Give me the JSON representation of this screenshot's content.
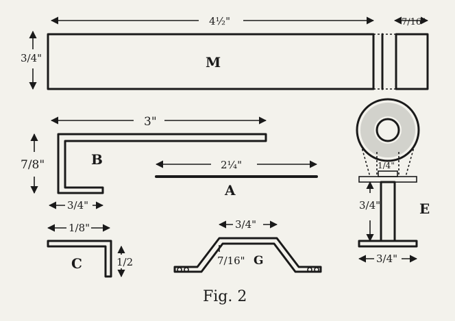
{
  "labels": {
    "M": "M",
    "A": "A",
    "B": "B",
    "C": "C",
    "E": "E",
    "G": "G"
  },
  "dimensions": {
    "m_length": "4½\"",
    "m_height": "3/4\"",
    "m_end": "7/16\"",
    "b_length": "3\"",
    "b_height": "7/8\"",
    "b_foot": "3/4\"",
    "a_length": "2¼\"",
    "c_width": "1/8\"",
    "c_height": "1/2",
    "g_width": "3/4\"",
    "g_height": "7/16\"",
    "e_height": "3/4\"",
    "e_width": "3/4\"",
    "e_small": "1/4\""
  },
  "caption": "Fig. 2"
}
